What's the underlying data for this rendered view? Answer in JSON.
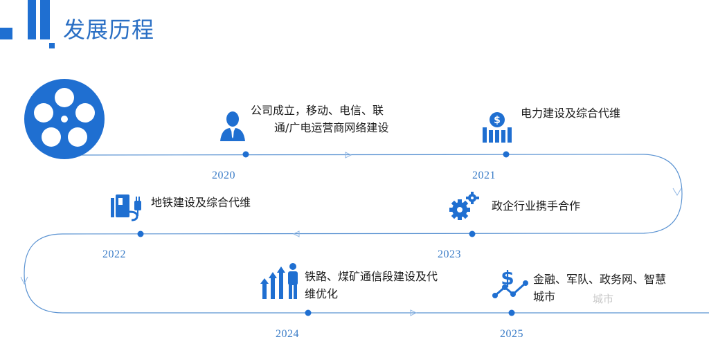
{
  "page": {
    "title": "发展历程",
    "accent_color": "#1f6fd1",
    "line_color": "#5b93d2"
  },
  "milestones": [
    {
      "year": "2020",
      "icon": "businessman-icon",
      "text_line1": "公司成立，移动、电信、联",
      "text_line2": "通/广电运营商网络建设"
    },
    {
      "year": "2021",
      "icon": "dollar-bar-chart-icon",
      "text_line1": "电力建设及综合代维"
    },
    {
      "year": "2022",
      "icon": "plug-device-icon",
      "text_line1": "地铁建设及综合代维"
    },
    {
      "year": "2023",
      "icon": "gears-icon",
      "text_line1": "政企行业携手合作"
    },
    {
      "year": "2024",
      "icon": "growth-people-icon",
      "text_line1": "铁路、煤矿通信段建设及代",
      "text_line2": "维优化"
    },
    {
      "year": "2025",
      "icon": "dollar-trend-icon",
      "text_line1": "金融、军队、政务网、智慧",
      "text_line2": "城市",
      "ghost": "城市"
    }
  ],
  "decor": {
    "film_reel": "film-reel-icon",
    "corner": "corner-squares-icon"
  }
}
